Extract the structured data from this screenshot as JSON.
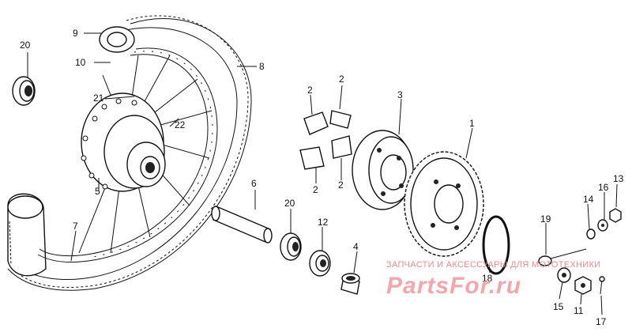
{
  "labels": {
    "p1": "1",
    "p2a": "2",
    "p2b": "2",
    "p2c": "2",
    "p2d": "2",
    "p3": "3",
    "p4": "4",
    "p5": "5",
    "p6": "6",
    "p7": "7",
    "p8": "8",
    "p9": "9",
    "p10": "10",
    "p11": "11",
    "p12": "12",
    "p13": "13",
    "p14": "14",
    "p15": "15",
    "p16": "16",
    "p17": "17",
    "p18": "18",
    "p19": "19",
    "p20a": "20",
    "p20b": "20",
    "p21": "21",
    "p22": "22"
  },
  "watermark": {
    "caption": "ЗАПЧАСТИ И АКСЕССУАРЫ ДЛЯ МОТОТЕХНИКИ",
    "logo": "PartsFor.ru",
    "color": "#f2a7ae"
  }
}
